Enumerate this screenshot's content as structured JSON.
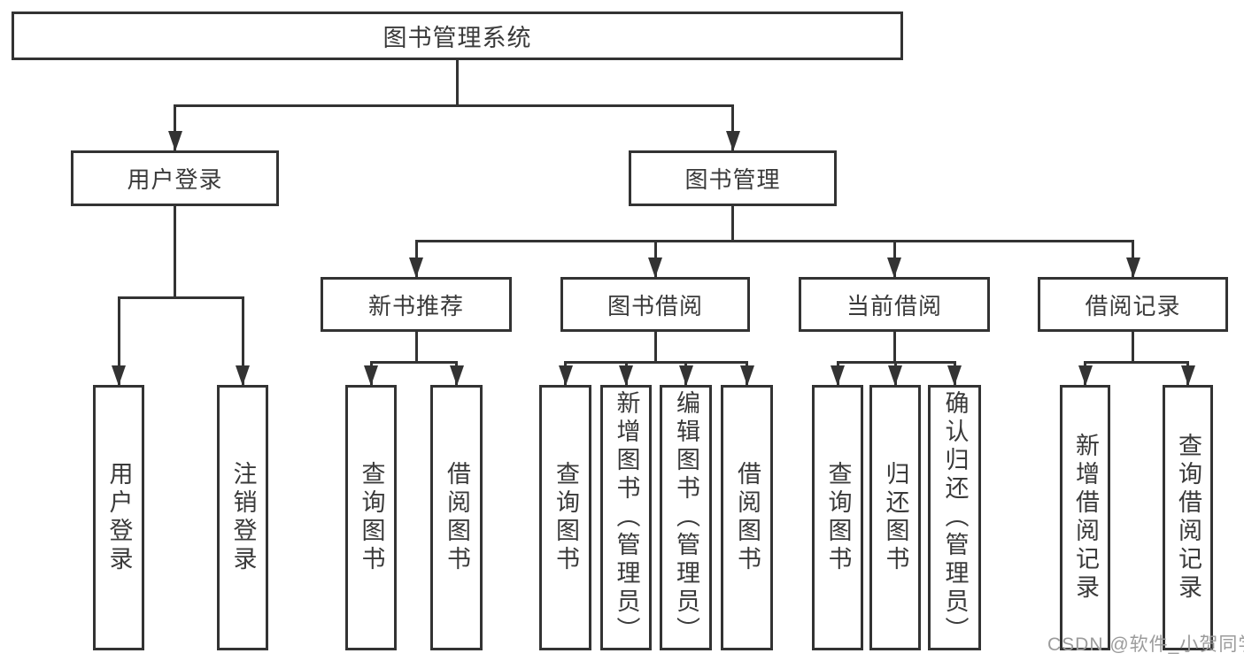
{
  "diagram": {
    "title": "图书管理系统",
    "nodes": [
      {
        "id": "root",
        "label": "图书管理系统"
      },
      {
        "id": "user-login",
        "label": "用户登录"
      },
      {
        "id": "book-mgmt",
        "label": "图书管理"
      },
      {
        "id": "new-book-rec",
        "label": "新书推荐"
      },
      {
        "id": "book-borrow",
        "label": "图书借阅"
      },
      {
        "id": "current-borrow",
        "label": "当前借阅"
      },
      {
        "id": "borrow-records",
        "label": "借阅记录"
      },
      {
        "id": "leaf-user-login",
        "label": "用户登录"
      },
      {
        "id": "leaf-logout",
        "label": "注销登录"
      },
      {
        "id": "leaf-query-books-1",
        "label": "查询图书"
      },
      {
        "id": "leaf-borrow-books-1",
        "label": "借阅图书"
      },
      {
        "id": "leaf-query-books-2",
        "label": "查询图书"
      },
      {
        "id": "leaf-add-books",
        "label": "新增图书（管理员）"
      },
      {
        "id": "leaf-edit-books",
        "label": "编辑图书（管理员）"
      },
      {
        "id": "leaf-borrow-books-2",
        "label": "借阅图书"
      },
      {
        "id": "leaf-query-books-3",
        "label": "查询图书"
      },
      {
        "id": "leaf-return-books",
        "label": "归还图书"
      },
      {
        "id": "leaf-confirm-return",
        "label": "确认归还（管理员）"
      },
      {
        "id": "leaf-add-record",
        "label": "新增借阅记录"
      },
      {
        "id": "leaf-query-record",
        "label": "查询借阅记录"
      }
    ],
    "edges": [
      {
        "from": "root",
        "to": [
          "user-login",
          "book-mgmt"
        ]
      },
      {
        "from": "user-login",
        "to": [
          "leaf-user-login",
          "leaf-logout"
        ]
      },
      {
        "from": "book-mgmt",
        "to": [
          "new-book-rec",
          "book-borrow",
          "current-borrow",
          "borrow-records"
        ]
      },
      {
        "from": "new-book-rec",
        "to": [
          "leaf-query-books-1",
          "leaf-borrow-books-1"
        ]
      },
      {
        "from": "book-borrow",
        "to": [
          "leaf-query-books-2",
          "leaf-add-books",
          "leaf-edit-books",
          "leaf-borrow-books-2"
        ]
      },
      {
        "from": "current-borrow",
        "to": [
          "leaf-query-books-3",
          "leaf-return-books",
          "leaf-confirm-return"
        ]
      },
      {
        "from": "borrow-records",
        "to": [
          "leaf-add-record",
          "leaf-query-record"
        ]
      }
    ]
  },
  "watermark": {
    "text": "CSDN @软件_小贺同学"
  },
  "colors": {
    "line": "#333333",
    "text": "#3a3a3a",
    "background": "#ffffff",
    "watermark": "#9b9b9b"
  }
}
